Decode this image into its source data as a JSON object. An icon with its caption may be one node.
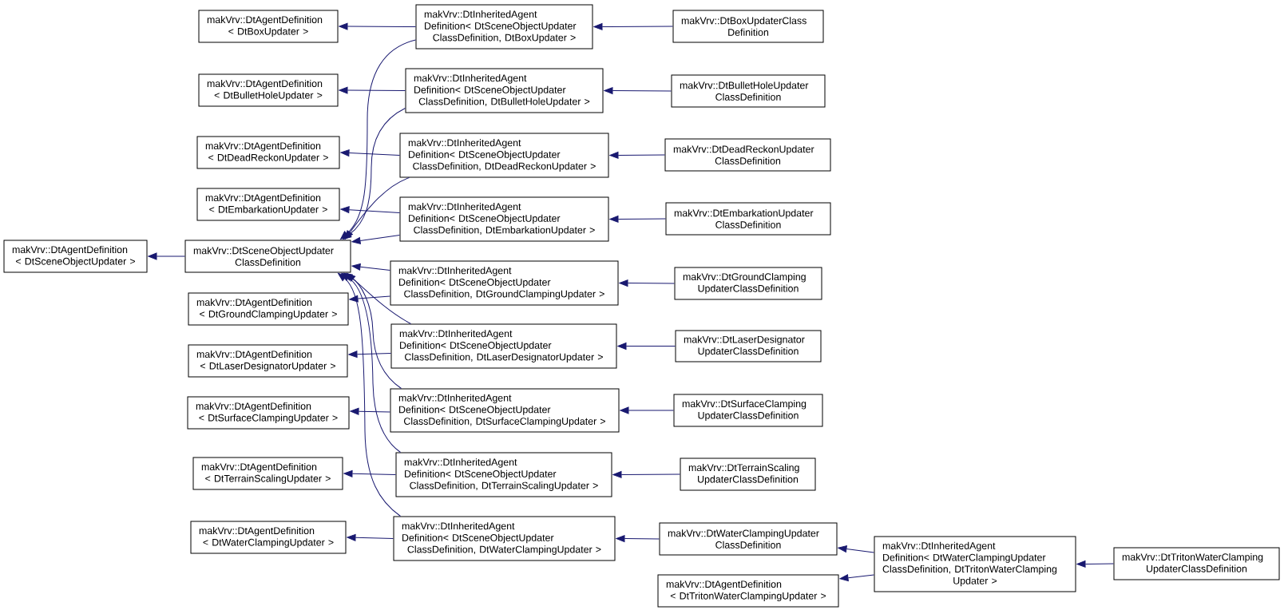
{
  "diagram": {
    "nodes": [
      {
        "text": [
          "makVrv::DtAgentDefinition < DtSceneObjectUpdater >"
        ]
      },
      {
        "text": [
          "makVrv::DtSceneObjectUpdater ClassDefinition"
        ]
      },
      {
        "text": [
          "makVrv::DtAgentDefinition < DtBoxUpdater >"
        ]
      },
      {
        "text": [
          "makVrv::DtAgentDefinition < DtBulletHoleUpdater >"
        ]
      },
      {
        "text": [
          "makVrv::DtAgentDefinition < DtDeadReckonUpdater >"
        ]
      },
      {
        "text": [
          "makVrv::DtAgentDefinition < DtEmbarkationUpdater >"
        ]
      },
      {
        "text": [
          "makVrv::DtAgentDefinition < DtGroundClampingUpdater >"
        ]
      },
      {
        "text": [
          "makVrv::DtAgentDefinition < DtLaserDesignatorUpdater >"
        ]
      },
      {
        "text": [
          "makVrv::DtAgentDefinition < DtSurfaceClampingUpdater >"
        ]
      },
      {
        "text": [
          "makVrv::DtAgentDefinition < DtTerrainScalingUpdater >"
        ]
      },
      {
        "text": [
          "makVrv::DtAgentDefinition < DtWaterClampingUpdater >"
        ]
      },
      {
        "text": [
          "makVrv::DtInheritedAgent Definition< DtSceneObjectUpdater ClassDefinition, DtBoxUpdater >"
        ]
      },
      {
        "text": [
          "makVrv::DtInheritedAgent Definition< DtSceneObjectUpdater ClassDefinition, DtBulletHoleUpdater >"
        ]
      },
      {
        "text": [
          "makVrv::DtInheritedAgent Definition< DtSceneObjectUpdater ClassDefinition, DtDeadReckonUpdater >"
        ]
      },
      {
        "text": [
          "makVrv::DtInheritedAgent Definition< DtSceneObjectUpdater ClassDefinition, DtEmbarkationUpdater >"
        ]
      },
      {
        "text": [
          "makVrv::DtInheritedAgent Definition< DtSceneObjectUpdater ClassDefinition, DtGroundClampingUpdater >"
        ]
      },
      {
        "text": [
          "makVrv::DtInheritedAgent Definition< DtSceneObjectUpdater ClassDefinition, DtLaserDesignatorUpdater >"
        ]
      },
      {
        "text": [
          "makVrv::DtInheritedAgent Definition< DtSceneObjectUpdater ClassDefinition, DtSurfaceClampingUpdater >"
        ]
      },
      {
        "text": [
          "makVrv::DtInheritedAgent Definition< DtSceneObjectUpdater ClassDefinition, DtTerrainScalingUpdater >"
        ]
      },
      {
        "text": [
          "makVrv::DtInheritedAgent Definition< DtSceneObjectUpdater ClassDefinition, DtWaterClampingUpdater >"
        ]
      },
      {
        "text": [
          "makVrv::DtBoxUpdaterClass Definition"
        ]
      },
      {
        "text": [
          "makVrv::DtBulletHoleUpdater ClassDefinition"
        ]
      },
      {
        "text": [
          "makVrv::DtDeadReckonUpdater ClassDefinition"
        ]
      },
      {
        "text": [
          "makVrv::DtEmbarkationUpdater ClassDefinition"
        ]
      },
      {
        "text": [
          "makVrv::DtGroundClamping UpdaterClassDefinition"
        ]
      },
      {
        "text": [
          "makVrv::DtLaserDesignator UpdaterClassDefinition"
        ]
      },
      {
        "text": [
          "makVrv::DtSurfaceClamping UpdaterClassDefinition"
        ]
      },
      {
        "text": [
          "makVrv::DtTerrainScaling UpdaterClassDefinition"
        ]
      },
      {
        "text": [
          "makVrv::DtWaterClampingUpdater ClassDefinition"
        ]
      },
      {
        "text": [
          "makVrv::DtAgentDefinition < DtTritonWaterClampingUpdater >"
        ]
      },
      {
        "text": [
          "makVrv::DtInheritedAgent Definition< DtWaterClampingUpdater ClassDefinition, DtTritonWaterClamping Updater >"
        ]
      },
      {
        "text": [
          "makVrv::DtTritonWaterClamping UpdaterClassDefinition"
        ]
      }
    ],
    "edges": [
      {
        "from": 1,
        "to": 0,
        "arrow": "to"
      },
      {
        "from": 11,
        "to": 2,
        "arrow": "to"
      },
      {
        "from": 12,
        "to": 3,
        "arrow": "to"
      },
      {
        "from": 13,
        "to": 4,
        "arrow": "to"
      },
      {
        "from": 14,
        "to": 5,
        "arrow": "to"
      },
      {
        "from": 15,
        "to": 6,
        "arrow": "to"
      },
      {
        "from": 16,
        "to": 7,
        "arrow": "to"
      },
      {
        "from": 17,
        "to": 8,
        "arrow": "to"
      },
      {
        "from": 18,
        "to": 9,
        "arrow": "to"
      },
      {
        "from": 19,
        "to": 10,
        "arrow": "to"
      },
      {
        "from": 11,
        "to": 1,
        "arrow": "to"
      },
      {
        "from": 12,
        "to": 1,
        "arrow": "to"
      },
      {
        "from": 13,
        "to": 1,
        "arrow": "to"
      },
      {
        "from": 14,
        "to": 1,
        "arrow": "to"
      },
      {
        "from": 15,
        "to": 1,
        "arrow": "to"
      },
      {
        "from": 16,
        "to": 1,
        "arrow": "to"
      },
      {
        "from": 17,
        "to": 1,
        "arrow": "to"
      },
      {
        "from": 18,
        "to": 1,
        "arrow": "to"
      },
      {
        "from": 19,
        "to": 1,
        "arrow": "to"
      },
      {
        "from": 20,
        "to": 11,
        "arrow": "to"
      },
      {
        "from": 21,
        "to": 12,
        "arrow": "to"
      },
      {
        "from": 22,
        "to": 13,
        "arrow": "to"
      },
      {
        "from": 23,
        "to": 14,
        "arrow": "to"
      },
      {
        "from": 24,
        "to": 15,
        "arrow": "to"
      },
      {
        "from": 25,
        "to": 16,
        "arrow": "to"
      },
      {
        "from": 26,
        "to": 17,
        "arrow": "to"
      },
      {
        "from": 27,
        "to": 18,
        "arrow": "to"
      },
      {
        "from": 28,
        "to": 19,
        "arrow": "to"
      },
      {
        "from": 30,
        "to": 28,
        "arrow": "to"
      },
      {
        "from": 30,
        "to": 29,
        "arrow": "to"
      },
      {
        "from": 31,
        "to": 30,
        "arrow": "to"
      }
    ]
  }
}
